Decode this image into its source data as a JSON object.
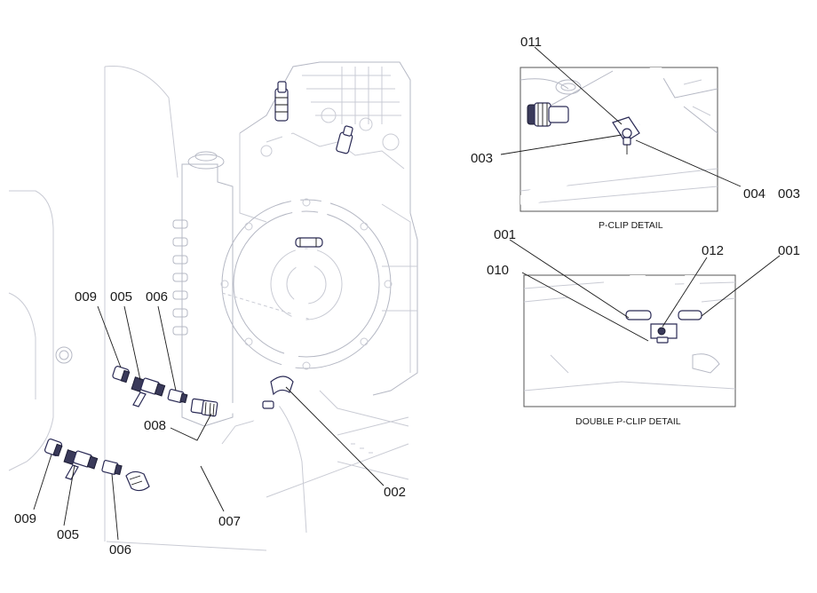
{
  "main_view": {
    "labels": {
      "c009a": "009",
      "c005a": "005",
      "c006a": "006",
      "c008": "008",
      "c002": "002",
      "c009b": "009",
      "c005b": "005",
      "c006b": "006",
      "c007": "007"
    }
  },
  "p_clip_detail": {
    "caption": "P-CLIP DETAIL",
    "labels": {
      "c011": "011",
      "c003a": "003",
      "c004": "004",
      "c003b": "003"
    }
  },
  "double_p_clip_detail": {
    "caption": "DOUBLE P-CLIP DETAIL",
    "labels": {
      "c001a": "001",
      "c010": "010",
      "c012": "012",
      "c001b": "001"
    }
  },
  "colors": {
    "ghost_lines": "#c9cbd4",
    "part_lines": "#2a2a55",
    "text": "#1a1a1a"
  }
}
